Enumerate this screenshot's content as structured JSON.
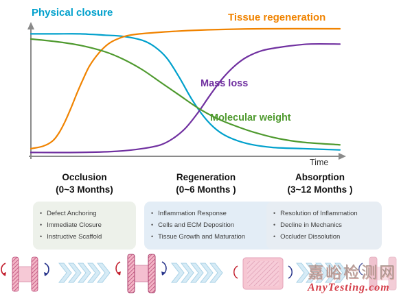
{
  "chart_data": {
    "type": "line",
    "xlabel": "Time",
    "x_range": [
      0,
      100
    ],
    "y_range": [
      0,
      100
    ],
    "grid": false,
    "legend_position": "inline-labels",
    "series": [
      {
        "name": "Physical closure",
        "color": "#00a0cc",
        "points": [
          [
            0,
            96
          ],
          [
            8,
            96
          ],
          [
            16,
            96
          ],
          [
            24,
            95
          ],
          [
            30,
            94
          ],
          [
            36,
            91
          ],
          [
            40,
            86
          ],
          [
            44,
            77
          ],
          [
            48,
            62
          ],
          [
            52,
            45
          ],
          [
            56,
            31
          ],
          [
            60,
            21
          ],
          [
            64,
            15
          ],
          [
            70,
            10
          ],
          [
            78,
            7
          ],
          [
            88,
            6
          ],
          [
            100,
            5
          ]
        ]
      },
      {
        "name": "Tissue regeneration",
        "color": "#f08300",
        "points": [
          [
            0,
            6
          ],
          [
            4,
            8
          ],
          [
            7,
            12
          ],
          [
            9,
            18
          ],
          [
            11,
            27
          ],
          [
            13,
            38
          ],
          [
            15,
            50
          ],
          [
            17,
            61
          ],
          [
            19,
            71
          ],
          [
            22,
            81
          ],
          [
            25,
            88
          ],
          [
            28,
            92
          ],
          [
            32,
            95
          ],
          [
            40,
            97
          ],
          [
            55,
            99
          ],
          [
            75,
            100
          ],
          [
            100,
            100
          ]
        ]
      },
      {
        "name": "Mass loss",
        "color": "#7030a0",
        "points": [
          [
            0,
            3
          ],
          [
            15,
            3
          ],
          [
            28,
            4
          ],
          [
            36,
            6
          ],
          [
            42,
            9
          ],
          [
            46,
            14
          ],
          [
            50,
            22
          ],
          [
            54,
            34
          ],
          [
            58,
            48
          ],
          [
            62,
            61
          ],
          [
            66,
            71
          ],
          [
            70,
            78
          ],
          [
            75,
            83
          ],
          [
            82,
            86
          ],
          [
            90,
            88
          ],
          [
            100,
            88
          ]
        ]
      },
      {
        "name": "Molecular weight",
        "color": "#4f9a2f",
        "points": [
          [
            0,
            92
          ],
          [
            8,
            90
          ],
          [
            16,
            87
          ],
          [
            24,
            82
          ],
          [
            30,
            76
          ],
          [
            36,
            68
          ],
          [
            42,
            58
          ],
          [
            48,
            48
          ],
          [
            54,
            38
          ],
          [
            60,
            30
          ],
          [
            66,
            24
          ],
          [
            72,
            19
          ],
          [
            80,
            14
          ],
          [
            88,
            11
          ],
          [
            100,
            9
          ]
        ]
      }
    ]
  },
  "bullet": "•",
  "phases": [
    {
      "title": "Occlusion",
      "range": "(0~3 Months)",
      "box_bg": "#edf1ea",
      "items": [
        "Defect Anchoring",
        "Immediate Closure",
        "Instructive Scaffold"
      ]
    },
    {
      "title": "Regeneration",
      "range": "(0~6 Months )",
      "box_bg": "#e3edf6",
      "items": [
        "Inflammation Response",
        "Cells and ECM Deposition",
        "Tissue Growth and Maturation"
      ]
    },
    {
      "title": "Absorption",
      "range": "(3~12 Months )",
      "box_bg": "#e7edf3",
      "items": [
        "Resolution of Inflammation",
        "Decline in Mechanics",
        "Occluder Dissolution"
      ]
    }
  ],
  "watermark": {
    "cn": "嘉峪检测网",
    "en": "AnyTesting.com"
  }
}
